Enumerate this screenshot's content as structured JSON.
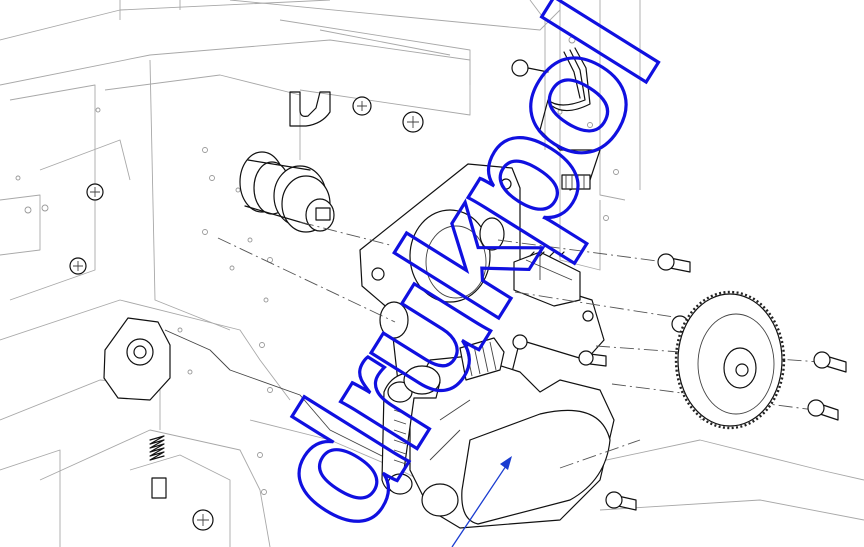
{
  "figure": {
    "kind": "exploded-assembly-line-drawing",
    "subject": "motor-bracket-assembly",
    "line_color": "#111111",
    "background": "#ffffff"
  },
  "watermark": {
    "text": "drukpol",
    "color": "#1010e0",
    "style": "outlined"
  },
  "pointer_arrow": {
    "color": "#1a3cd0"
  }
}
